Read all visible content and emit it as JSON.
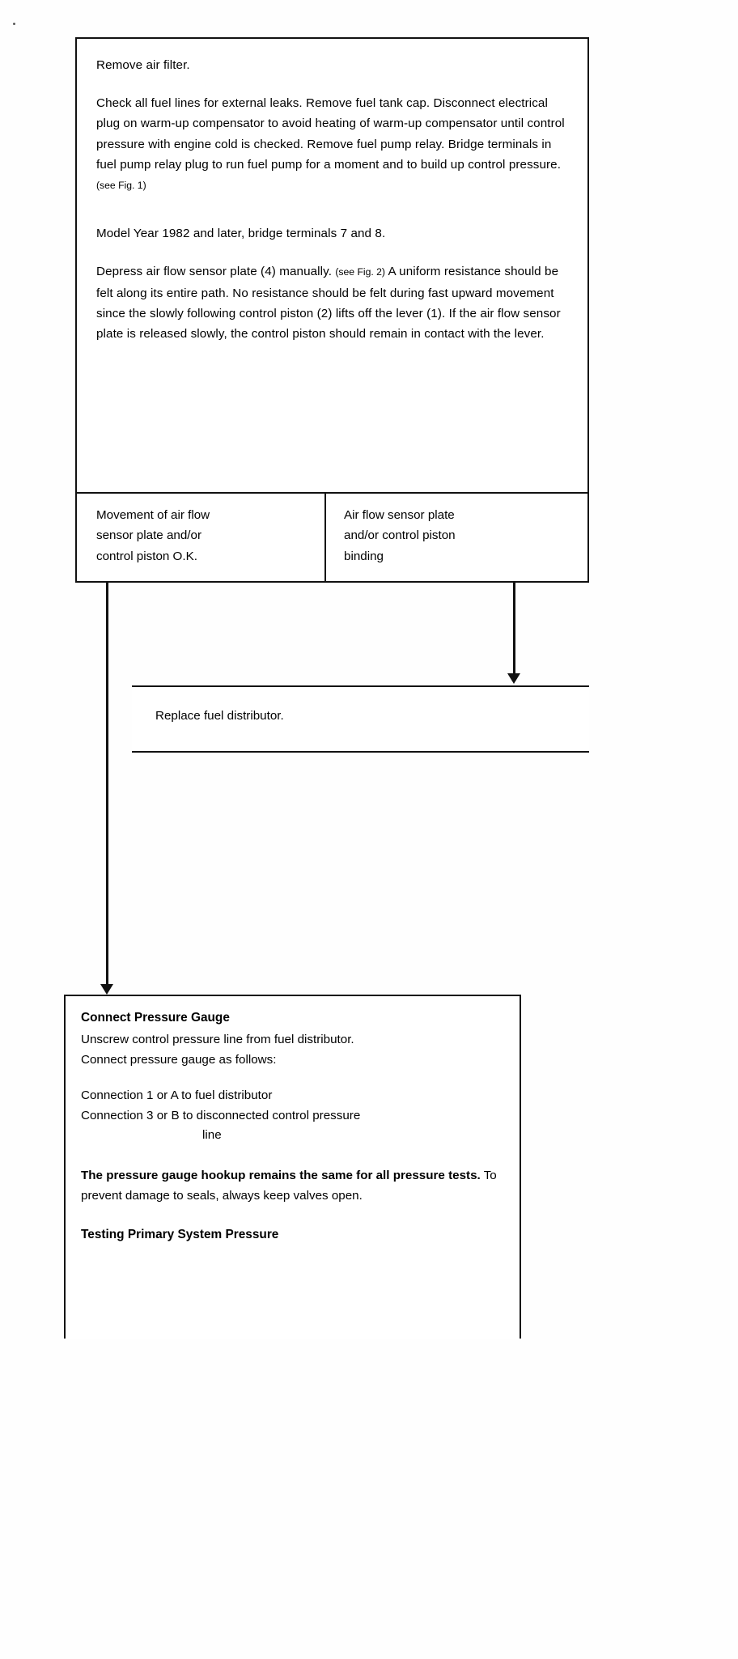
{
  "document": {
    "type": "service-manual-flowchart",
    "title_visible": false
  },
  "top_box": {
    "line_1": "Remove air filter.",
    "paragraph_1": "Check all fuel lines for external leaks. Remove fuel tank cap. Disconnect electrical plug on warm-up compensator to avoid heating of warm-up compensator until control pressure with engine cold is checked. Remove fuel pump relay. Bridge terminals in fuel pump relay plug to run fuel pump for a moment and to build up control pressure.",
    "paragraph_1_note": "(see Fig. 1)",
    "paragraph_2": "Model Year 1982 and later, bridge terminals 7 and 8.",
    "paragraph_3_a": "Depress air flow sensor plate (4) manually.",
    "paragraph_3_note": "(see Fig. 2)",
    "paragraph_3_b": "A uniform resistance should be felt along its entire path. No resistance should be felt during fast upward movement since the slowly following control piston (2) lifts off the lever (1). If the air flow sensor plate is released slowly, the control piston should remain in contact with the lever."
  },
  "decision": {
    "left_lines": [
      "Movement of air flow",
      "sensor plate and/or",
      "control piston O.K."
    ],
    "right_lines": [
      "Air flow sensor plate",
      "and/or control piston",
      "binding"
    ]
  },
  "band": {
    "label": "Replace fuel distributor."
  },
  "bottom_box": {
    "title": "Connect Pressure Gauge",
    "line_1": "Unscrew control pressure line from fuel distributor.",
    "line_2": "Connect pressure gauge as follows:",
    "line_3": "Connection 1 or A to fuel distributor",
    "line_4": "Connection 3 or B to disconnected control pressure",
    "line_5": "line",
    "warning_bold": "The pressure gauge hookup remains the same for all pressure tests.",
    "warning_rest": " To prevent damage to seals, always keep valves open.",
    "tail_heading": "Testing Primary System Pressure"
  },
  "colors": {
    "ink": "#111111",
    "paper": "#ffffff"
  }
}
